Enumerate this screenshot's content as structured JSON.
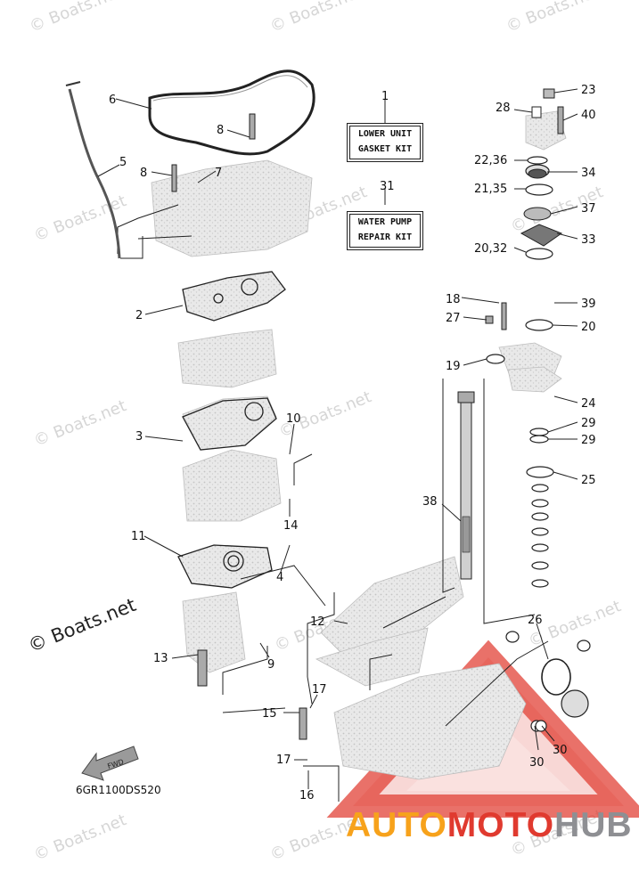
{
  "watermark": "© Boats.net",
  "brand_watermark": "© Boats.net",
  "diagram_code": "6GR1100DS520",
  "kits": {
    "lower_unit": {
      "line1": "LOWER UNIT",
      "line2": "GASKET KIT"
    },
    "water_pump": {
      "line1": "WATER PUMP",
      "line2": "REPAIR KIT"
    }
  },
  "fwd_label": "FWD",
  "brand": {
    "part1": "AUTO",
    "part2": "MOTO",
    "part3": "HUB"
  },
  "colors": {
    "accent_orange": "#f7a21b",
    "accent_red": "#e03a2f",
    "accent_gray": "#8e8f93"
  },
  "callouts": {
    "c1": "1",
    "c2": "2",
    "c3": "3",
    "c4": "4",
    "c5": "5",
    "c6": "6",
    "c7": "7",
    "c8a": "8",
    "c8b": "8",
    "c9": "9",
    "c10": "10",
    "c11": "11",
    "c12": "12",
    "c13": "13",
    "c14": "14",
    "c15": "15",
    "c16": "16",
    "c17a": "17",
    "c17b": "17",
    "c18": "18",
    "c19": "19",
    "c20": "20",
    "c20_32": "20,32",
    "c21_35": "21,35",
    "c22_36": "22,36",
    "c23": "23",
    "c24": "24",
    "c25": "25",
    "c26": "26",
    "c27": "27",
    "c28": "28",
    "c29a": "29",
    "c29b": "29",
    "c30a": "30",
    "c30b": "30",
    "c31": "31",
    "c33": "33",
    "c34": "34",
    "c37": "37",
    "c38": "38",
    "c39": "39",
    "c40": "40"
  }
}
